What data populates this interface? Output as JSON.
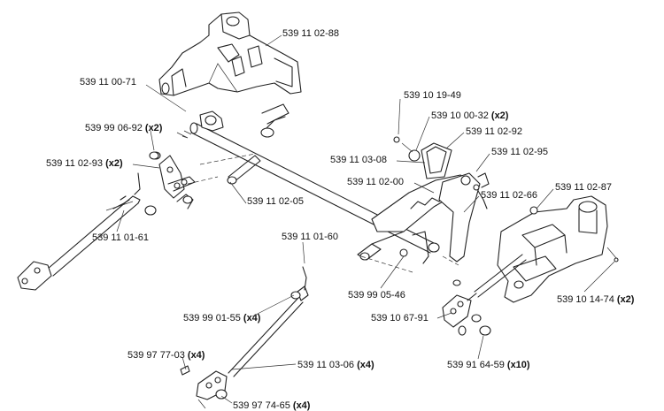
{
  "labels": [
    {
      "id": "p1",
      "number": "539 11 02-88",
      "qty": ""
    },
    {
      "id": "p2",
      "number": "539 11 00-71",
      "qty": ""
    },
    {
      "id": "p3",
      "number": "539 10 19-49",
      "qty": ""
    },
    {
      "id": "p4",
      "number": "539 10 00-32",
      "qty": "(x2)"
    },
    {
      "id": "p5",
      "number": "539 99 06-92",
      "qty": "(x2)"
    },
    {
      "id": "p6",
      "number": "539 11 02-92",
      "qty": ""
    },
    {
      "id": "p7",
      "number": "539 11 02-93",
      "qty": "(x2)"
    },
    {
      "id": "p8",
      "number": "539 11 03-08",
      "qty": ""
    },
    {
      "id": "p9",
      "number": "539 11 02-95",
      "qty": ""
    },
    {
      "id": "p10",
      "number": "539 11 02-00",
      "qty": ""
    },
    {
      "id": "p11",
      "number": "539 11 02-87",
      "qty": ""
    },
    {
      "id": "p12",
      "number": "539 11 02-66",
      "qty": ""
    },
    {
      "id": "p13",
      "number": "539 11 02-05",
      "qty": ""
    },
    {
      "id": "p14",
      "number": "539 11 01-61",
      "qty": ""
    },
    {
      "id": "p15",
      "number": "539 11 01-60",
      "qty": ""
    },
    {
      "id": "p16",
      "number": "539 10 14-74",
      "qty": "(x2)"
    },
    {
      "id": "p17",
      "number": "539 99 05-46",
      "qty": ""
    },
    {
      "id": "p18",
      "number": "539 10 67-91",
      "qty": ""
    },
    {
      "id": "p19",
      "number": "539 99 01-55",
      "qty": "(x4)"
    },
    {
      "id": "p20",
      "number": "539 97 77-03",
      "qty": "(x4)"
    },
    {
      "id": "p21",
      "number": "539 11 03-06",
      "qty": "(x4)"
    },
    {
      "id": "p22",
      "number": "539 91 64-59",
      "qty": "(x10)"
    },
    {
      "id": "p23",
      "number": "539 97 74-65",
      "qty": "(x4)"
    }
  ]
}
